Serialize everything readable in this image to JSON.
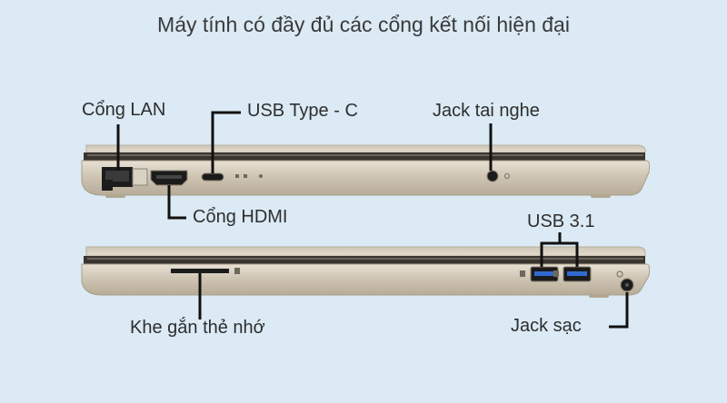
{
  "title": "Máy tính có đầy đủ các cổng kết nối hiện đại",
  "labels": {
    "lan": "Cổng LAN",
    "usbc": "USB Type - C",
    "headphone": "Jack tai nghe",
    "hdmi": "Cổng HDMI",
    "usb31": "USB 3.1",
    "card": "Khe gắn thẻ nhớ",
    "charge": "Jack sạc"
  },
  "colors": {
    "background": "#dbeaf4",
    "laptop_body": "#d6cdbd",
    "laptop_shadow": "#a99f8e",
    "port": "#1e1e1e",
    "leader": "#111111"
  }
}
